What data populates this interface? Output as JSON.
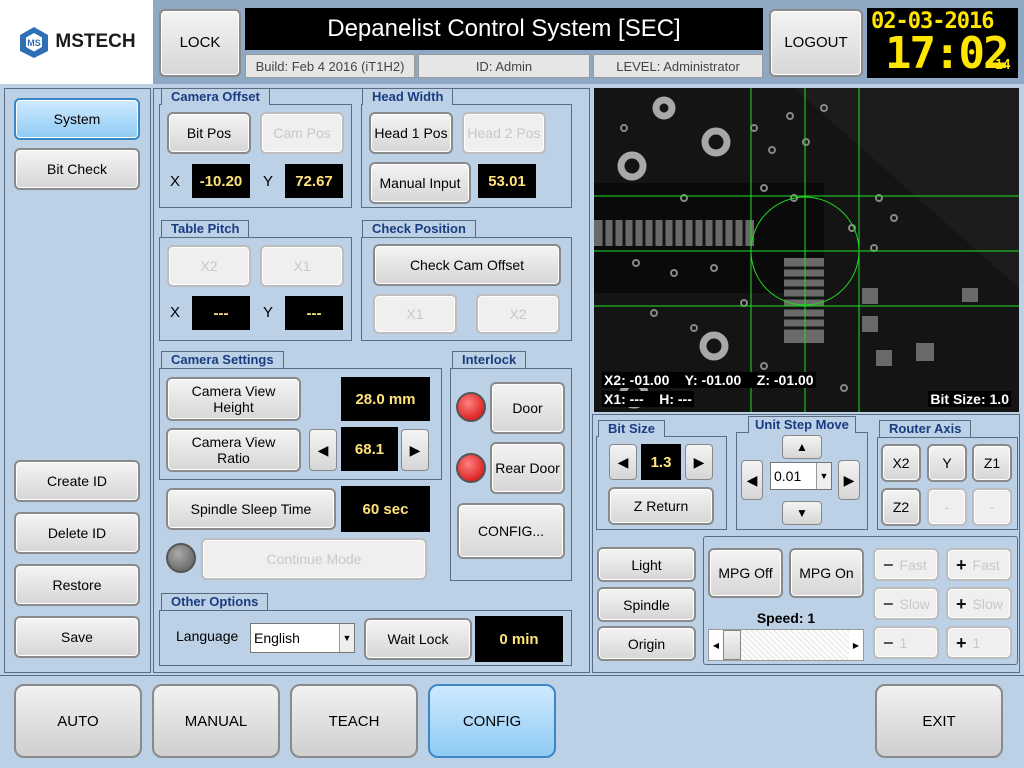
{
  "brand": {
    "name": "MSTECH"
  },
  "header": {
    "lock_label": "LOCK",
    "title": "Depanelist Control System [SEC]",
    "build": "Build: Feb  4 2016 (iT1H2)",
    "id": "ID: Admin",
    "level": "LEVEL: Administrator",
    "logout_label": "LOGOUT",
    "date": "02-03-2016",
    "time": "17:02",
    "seconds": "14"
  },
  "sidebar": {
    "items": [
      "System",
      "Bit Check"
    ],
    "bottom": [
      "Create ID",
      "Delete ID",
      "Restore",
      "Save"
    ]
  },
  "camera_offset": {
    "title": "Camera Offset",
    "bit_pos": "Bit Pos",
    "cam_pos": "Cam Pos",
    "x_label": "X",
    "x_value": "-10.20",
    "y_label": "Y",
    "y_value": "72.67"
  },
  "head_width": {
    "title": "Head Width",
    "head1": "Head 1 Pos",
    "head2": "Head 2 Pos",
    "manual": "Manual Input",
    "value": "53.01"
  },
  "table_pitch": {
    "title": "Table Pitch",
    "x2": "X2",
    "x1": "X1",
    "x_label": "X",
    "x_value": "---",
    "y_label": "Y",
    "y_value": "---"
  },
  "check_position": {
    "title": "Check Position",
    "check": "Check Cam Offset",
    "x1": "X1",
    "x2": "X2"
  },
  "camera_settings": {
    "title": "Camera Settings",
    "height_label": "Camera View Height",
    "height_value": "28.0 mm",
    "ratio_label": "Camera View Ratio",
    "ratio_value": "68.1",
    "left_arrow": "◀",
    "right_arrow": "▶",
    "spindle_sleep": "Spindle Sleep Time",
    "spindle_value": "60 sec",
    "continue": "Continue Mode"
  },
  "interlock": {
    "title": "Interlock",
    "door": "Door",
    "rear_door": "Rear Door",
    "config": "CONFIG...",
    "led_color": "#e01010"
  },
  "other_options": {
    "title": "Other Options",
    "language_label": "Language",
    "language_value": "English",
    "wait_lock": "Wait Lock",
    "wait_value": "0 min"
  },
  "camera_view": {
    "readout_line1": "X2: -01.00    Y: -01.00    Z: -01.00",
    "readout_line2": "X1: ---    H: ---",
    "bit_size": "Bit Size: 1.0"
  },
  "bit_size": {
    "title": "Bit Size",
    "value": "1.3",
    "z_return": "Z Return",
    "left": "◀",
    "right": "▶"
  },
  "unit_step": {
    "title": "Unit Step Move",
    "value": "0.01",
    "up": "▲",
    "down": "▼",
    "left": "◀",
    "right": "▶"
  },
  "router_axis": {
    "title": "Router Axis",
    "buttons": [
      "X2",
      "Y",
      "Z1",
      "Z2",
      "-",
      "-"
    ]
  },
  "controls": {
    "light": "Light",
    "spindle": "Spindle",
    "origin": "Origin",
    "mpg_off": "MPG Off",
    "mpg_on": "MPG On",
    "speed": "Speed: 1",
    "minus_fast": "Fast",
    "plus_fast": "Fast",
    "minus_slow": "Slow",
    "plus_slow": "Slow",
    "minus_one": "1",
    "plus_one": "1",
    "minus": "−",
    "plus": "+"
  },
  "modes": [
    "AUTO",
    "MANUAL",
    "TEACH",
    "CONFIG",
    "EXIT"
  ],
  "colors": {
    "accent": "#8fcbf3",
    "panel": "#bcd0e6",
    "title_text": "#1a3c80",
    "value_text": "#ffe27a",
    "clock_text": "#ffe600"
  }
}
